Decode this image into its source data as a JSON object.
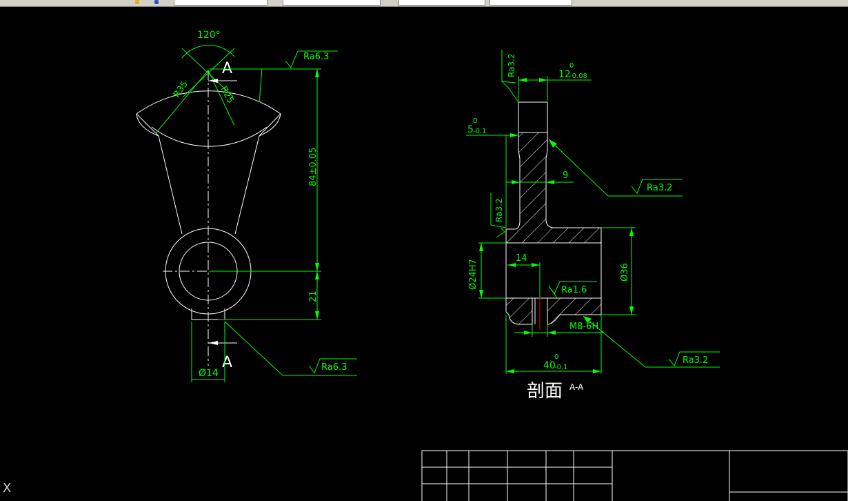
{
  "toolbar": {
    "fields": [
      "",
      "",
      "",
      ""
    ]
  },
  "front_view": {
    "angle_label": "120°",
    "section_mark_top": "A",
    "section_mark_bottom": "A",
    "radius_outer": "R35",
    "radius_inner": "R25",
    "height_dim": "84±0.05",
    "lower_dim": "21",
    "boss_dia": "Ø14",
    "roughness_top": "Ra6.3",
    "roughness_bottom": "Ra6.3"
  },
  "section_view": {
    "title": "剖面",
    "title_suffix": "A-A",
    "dim_top_width": "12",
    "dim_top_width_upper": "0",
    "dim_top_width_lower": "-0.08",
    "dim_groove": "5",
    "dim_groove_upper": "0",
    "dim_groove_lower": "-0.1",
    "dim_neck": "9",
    "dim_bore": "Ø24H7",
    "dim_outer": "Ø36",
    "dim_hole_pos": "14",
    "thread": "M8-6H",
    "dim_length": "40",
    "dim_length_upper": "0",
    "dim_length_lower": "-0.1",
    "roughness_top_left": "Ra3.2",
    "roughness_neck": "Ra3.2",
    "roughness_flange_left": "Ra3.2",
    "roughness_hole": "Ra1.6",
    "roughness_bottom": "Ra3.2"
  },
  "ucs_label": "X",
  "colors": {
    "background": "#000000",
    "outline": "#ffffff",
    "dimension": "#00ff00",
    "centerline_hole": "#ff0000"
  }
}
